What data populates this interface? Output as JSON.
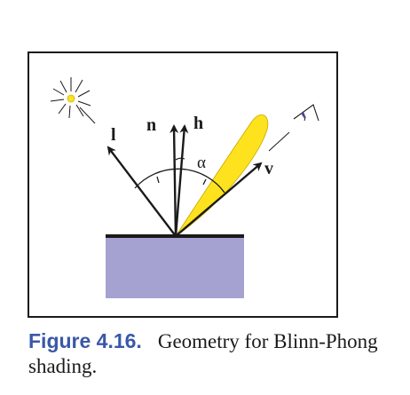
{
  "diagram": {
    "vectors": {
      "light": "l",
      "normal": "n",
      "halfway": "h",
      "view": "v"
    },
    "angle_label": "α",
    "colors": {
      "surface_top": "#1a1a1a",
      "surface_body": "#a5a2d2",
      "specular_lobe": "#fde21d",
      "lobe_outline": "#b89a00",
      "light_center": "#f5e22a",
      "eye_iris": "#4a4a9a"
    },
    "icons": {
      "light_source": "sun-icon",
      "viewer": "eye-icon"
    }
  },
  "caption": {
    "number": "Figure 4.16.",
    "text": "Geometry for Blinn-Phong shading."
  }
}
